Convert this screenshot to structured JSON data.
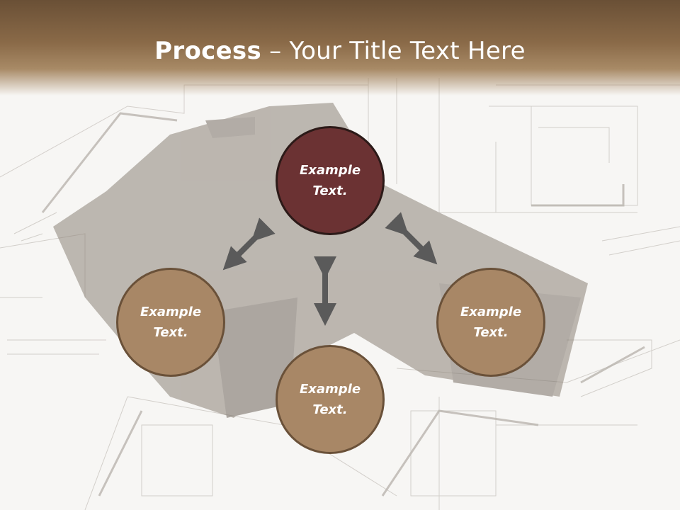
{
  "title": {
    "bold": "Process",
    "rest": " – Your Title Text Here"
  },
  "circles": {
    "top": {
      "line1": "Example",
      "line2": "Text."
    },
    "left": {
      "line1": "Example",
      "line2": "Text."
    },
    "right": {
      "line1": "Example",
      "line2": "Text."
    },
    "bottom": {
      "line1": "Example",
      "line2": "Text."
    }
  },
  "colors": {
    "header": "#7a5c3e",
    "highlight_circle": "#6b3233",
    "circle": "#a88766",
    "arrow": "#5a5a5a"
  },
  "icons": [
    "double-arrow-icon"
  ]
}
